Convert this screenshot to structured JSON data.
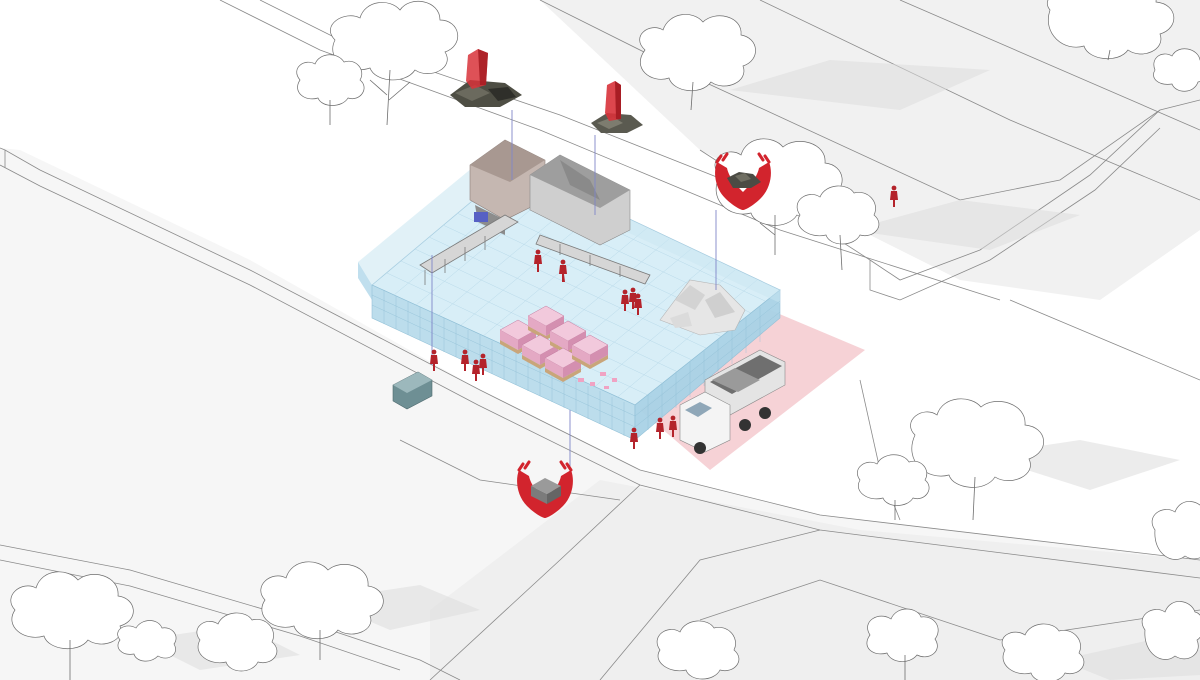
{
  "colors": {
    "background": "#ffffff",
    "ground": "#f3f3f3",
    "road": "#ececec",
    "line": "#8a8a8a",
    "fence": "#b9dcec",
    "floor": "#d8eef7",
    "accent_red": "#c8242c",
    "zone_pink": "#f4c7cc",
    "building": "#b8aea8",
    "concrete": "#a6a6a6",
    "truck_cab": "#f4f4f4",
    "pallets": "#e9b7cf",
    "leader_lines": "#7f86c8"
  },
  "icons": [
    "crushed-rubble-red-column-icon",
    "crushed-rubble-red-column-small-icon",
    "hands-holding-gravel-icon",
    "hands-holding-block-icon"
  ],
  "scene": {
    "elements": [
      "recycling-yard",
      "perimeter-fence",
      "hoppers",
      "conveyor-line",
      "rubble-pile",
      "pallet-stacks",
      "dump-truck",
      "loading-zone",
      "skip-bin",
      "workers",
      "trees",
      "roads"
    ]
  }
}
